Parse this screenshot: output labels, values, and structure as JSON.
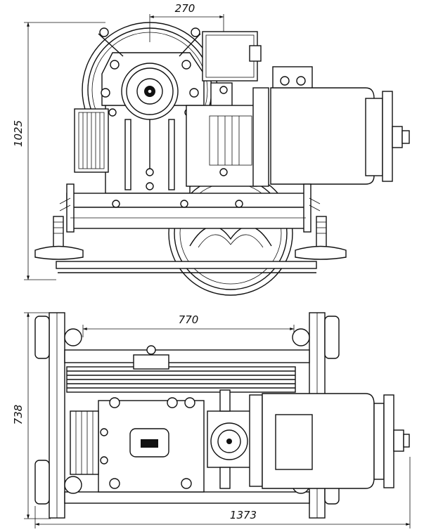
{
  "drawing": {
    "colors": {
      "line": "#111111",
      "background": "#ffffff"
    },
    "side_view": {
      "dim_width": "270",
      "dim_height": "1025"
    },
    "top_view": {
      "dim_inner_width": "770",
      "dim_total_width": "1373",
      "dim_height": "738"
    }
  }
}
